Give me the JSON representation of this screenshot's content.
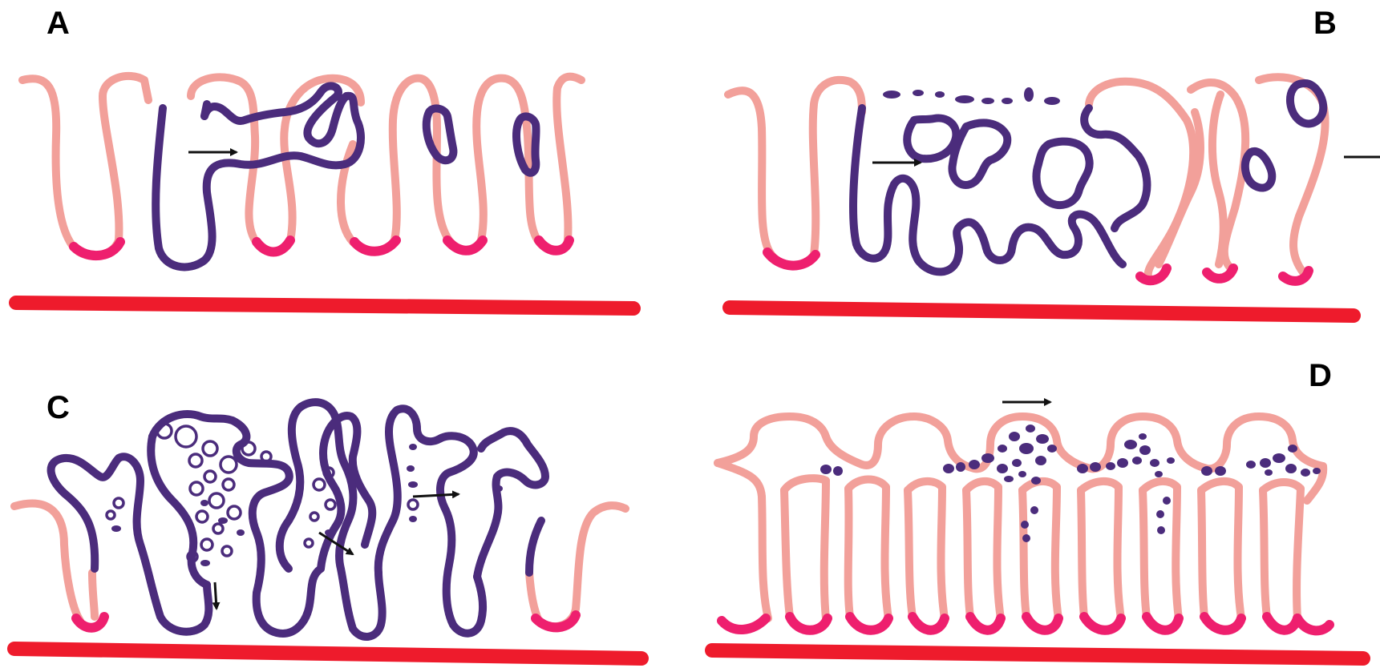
{
  "panels": [
    {
      "key": "A",
      "label": "A"
    },
    {
      "key": "B",
      "label": "B"
    },
    {
      "key": "C",
      "label": "C"
    },
    {
      "key": "D",
      "label": "D"
    }
  ],
  "colors": {
    "normal_epithelium": "#f2a09a",
    "abnormal_epithelium": "#4b2c7c",
    "crypt_base": "#ee1f6e",
    "muscularis": "#ee1b2c",
    "arrow": "#111111",
    "background": "#ffffff"
  }
}
